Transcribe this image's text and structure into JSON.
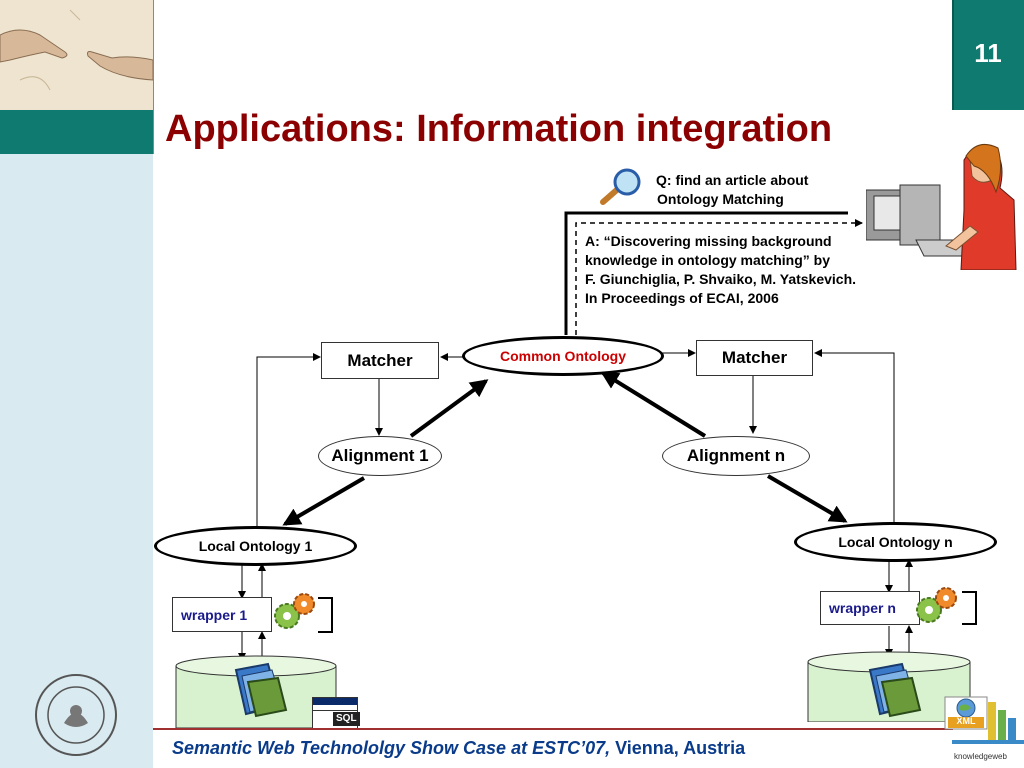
{
  "slide_number": "11",
  "title": "Applications: Information integration",
  "query": {
    "line1": "Q: find an article about",
    "line2": "Ontology Matching"
  },
  "answer": {
    "line1": "A: “Discovering missing background",
    "line2": "knowledge in ontology matching” by",
    "line3": "F. Giunchiglia, P. Shvaiko, M. Yatskevich.",
    "line4": "In Proceedings of ECAI, 2006"
  },
  "common_ontology": "Common Ontology",
  "matcher_left": "Matcher",
  "matcher_right": "Matcher",
  "alignment_left": "Alignment 1",
  "alignment_right": "Alignment n",
  "local_left": "Local Ontology 1",
  "local_right": "Local Ontology n",
  "wrapper_left": "wrapper 1",
  "wrapper_right": "wrapper n",
  "sql_label": "SQL",
  "xml_label": "XML",
  "logo_text": "knowledgeweb",
  "footer": {
    "italic": "Semantic Web Technololgy Show Case at ESTC’07,",
    "rest": " Vienna, Austria"
  },
  "colors": {
    "teal": "#0f7a70",
    "title_red": "#8b0000",
    "common_red": "#cc0000",
    "footer_blue": "#0a3b8a"
  }
}
